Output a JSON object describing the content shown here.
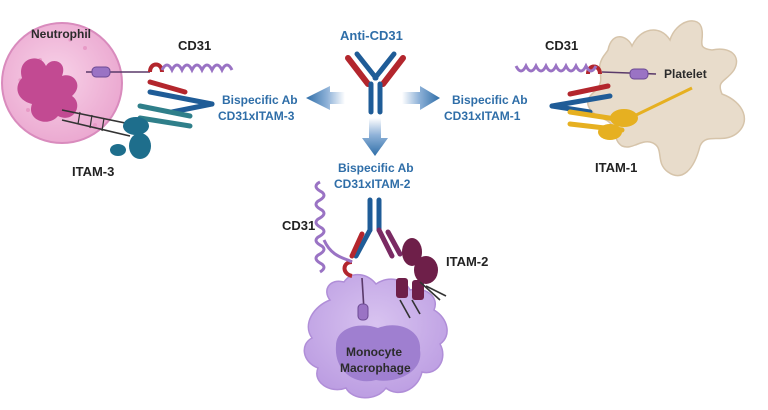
{
  "center": {
    "title": "Anti-CD31"
  },
  "left": {
    "cell": "Neutrophil",
    "receptor": "CD31",
    "antibody_line1": "Bispecific Ab",
    "antibody_line2": "CD31xITAM-3",
    "itam": "ITAM-3"
  },
  "right": {
    "cell": "Platelet",
    "receptor": "CD31",
    "antibody_line1": "Bispecific Ab",
    "antibody_line2": "CD31xITAM-1",
    "itam": "ITAM-1"
  },
  "bottom": {
    "cell_line1": "Monocyte",
    "cell_line2": "Macrophage",
    "receptor": "CD31",
    "antibody_line1": "Bispecific Ab",
    "antibody_line2": "CD31xITAM-2",
    "itam": "ITAM-2"
  },
  "colors": {
    "label_blue": "#2f6ea8",
    "antibody_blue": "#1f5c97",
    "cd31_red": "#b3262d",
    "cd31_purple": "#9a73c4",
    "neutrophil_fill": "#f2b8d9",
    "neutrophil_nucleus": "#c24a92",
    "platelet_fill": "#e8dccb",
    "macrophage_fill": "#c6a9e6",
    "macrophage_nucleus": "#9f7fd0",
    "itam1_yellow": "#e6b021",
    "itam2_plum": "#6e1f49",
    "itam3_teal": "#1e6e8c"
  }
}
